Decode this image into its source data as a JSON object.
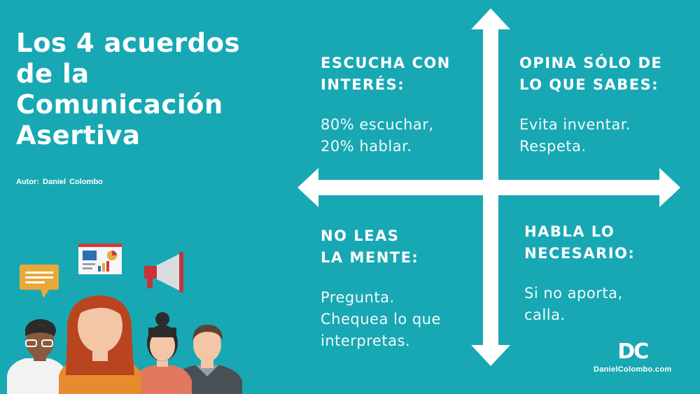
{
  "title": {
    "lines": [
      "Los 4 acuerdos",
      "de la",
      "Comunicación",
      "Asertiva"
    ]
  },
  "author": "Autor:  Daniel  Colombo",
  "quadrants": [
    {
      "heading": [
        "ESCUCHA CON",
        "INTERÉS:"
      ],
      "body": [
        "80% escuchar,",
        "20% hablar."
      ]
    },
    {
      "heading": [
        "OPINA SÓLO DE",
        "LO QUE SABES:"
      ],
      "body": [
        "Evita inventar.",
        "Respeta."
      ]
    },
    {
      "heading": [
        "NO LEAS",
        "LA MENTE:"
      ],
      "body": [
        "Pregunta.",
        "Chequea lo que",
        "interpretas."
      ]
    },
    {
      "heading": [
        "HABLA LO",
        "NECESARIO:"
      ],
      "body": [
        "Si no aporta,",
        "calla."
      ]
    }
  ],
  "logo": {
    "mark": "DC",
    "url": "DanielColombo.com"
  },
  "colors": {
    "background": "#17a8b4",
    "text": "#ffffff",
    "arrow": "#ffffff",
    "speech_bubble": "#e9a83a",
    "megaphone": "#c8323a",
    "hair_red": "#b8451f",
    "skin_light": "#f4c6a8",
    "skin_dark": "#8a5a3c"
  },
  "icons": [
    "speech-bubble-icon",
    "chart-board-icon",
    "megaphone-icon",
    "people-group-icon",
    "four-way-arrow-icon"
  ]
}
